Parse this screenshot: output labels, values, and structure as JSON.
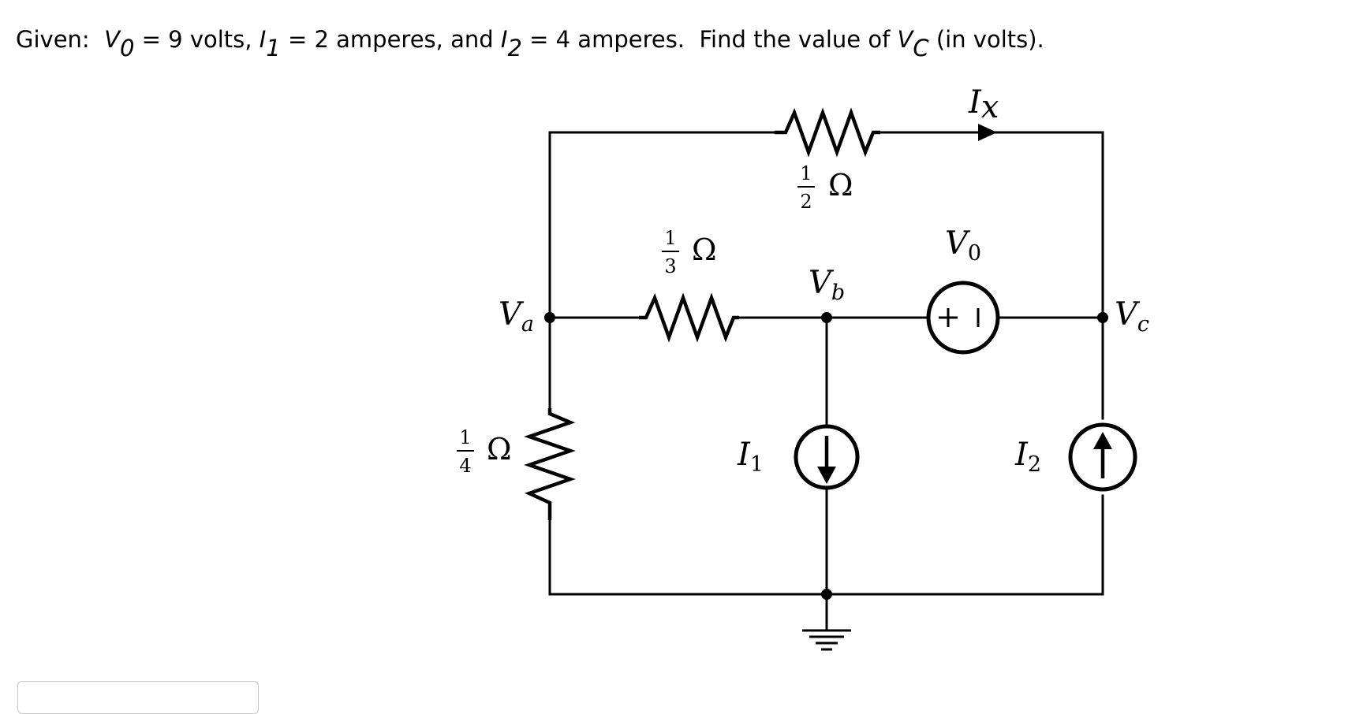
{
  "question": {
    "given_label": "Given:",
    "v0_symbol": "V",
    "v0_sub": "0",
    "v0_value": "= 9 volts,",
    "i1_symbol": "I",
    "i1_sub": "1",
    "i1_value": "= 2 amperes, and",
    "i2_symbol": "I",
    "i2_sub": "2",
    "i2_value": "= 4 amperes.",
    "find_text": "Find the value of",
    "vc_symbol": "V",
    "vc_sub": "C",
    "unit_text": "(in volts)."
  },
  "circuit": {
    "r_top": {
      "num": "1",
      "den": "2",
      "unit": "Ω"
    },
    "r_mid": {
      "num": "1",
      "den": "3",
      "unit": "Ω"
    },
    "r_left": {
      "num": "1",
      "den": "4",
      "unit": "Ω"
    },
    "ix_label": "I",
    "ix_sub": "x",
    "va_label": "V",
    "va_sub": "a",
    "vb_label": "V",
    "vb_sub": "b",
    "vc_label": "V",
    "vc_sub": "c",
    "v0_label": "V",
    "v0_sub": "0",
    "i1_label": "I",
    "i1_sub": "1",
    "i2_label": "I",
    "i2_sub": "2"
  },
  "answer": {
    "value": ""
  },
  "colors": {
    "ink": "#000000",
    "background": "#ffffff",
    "input_border": "#c8c8c8"
  }
}
